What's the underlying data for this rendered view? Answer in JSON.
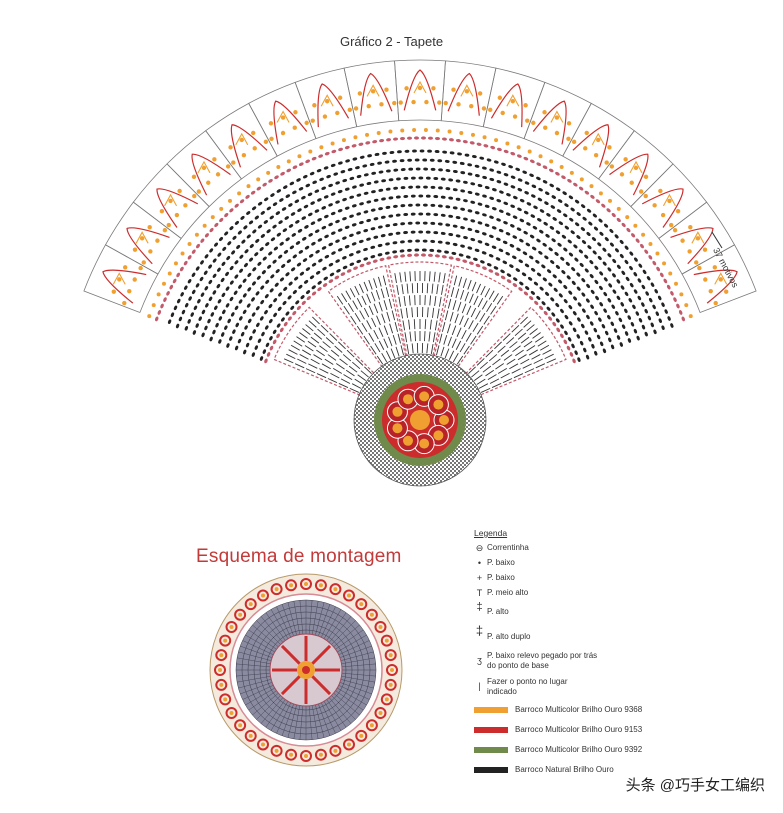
{
  "chart_title": "Gráfico 2 - Tapete",
  "motifs_note": "37 motivos",
  "assembly_title": "Esquema de montagem",
  "legend": {
    "title": "Legenda",
    "items": [
      {
        "symbol": "⊖",
        "label": "Correntinha"
      },
      {
        "symbol": "•",
        "label": "P. baixo"
      },
      {
        "symbol": "+",
        "label": "P. baixo"
      },
      {
        "symbol": "T",
        "label": "P. meio alto"
      },
      {
        "symbol": "‡",
        "label": "P. alto"
      },
      {
        "symbol": "‡",
        "label": "P. alto duplo"
      },
      {
        "symbol": "ʒ",
        "label": "P. baixo relevo pegado por trás do ponto de base"
      },
      {
        "symbol": "|",
        "label": "Fazer o ponto no lugar indicado"
      }
    ],
    "colors": [
      {
        "label": "Barroco Multicolor Brilho Ouro 9368",
        "color": "#f0a030"
      },
      {
        "label": "Barroco Multicolor Brilho Ouro 9153",
        "color": "#cc2c2c"
      },
      {
        "label": "Barroco Multicolor Brilho Ouro 9392",
        "color": "#6f8a4a"
      },
      {
        "label": "Barroco Natural Brilho Ouro",
        "color": "#222222"
      }
    ]
  },
  "watermark": "头条 @巧手女工编织"
}
